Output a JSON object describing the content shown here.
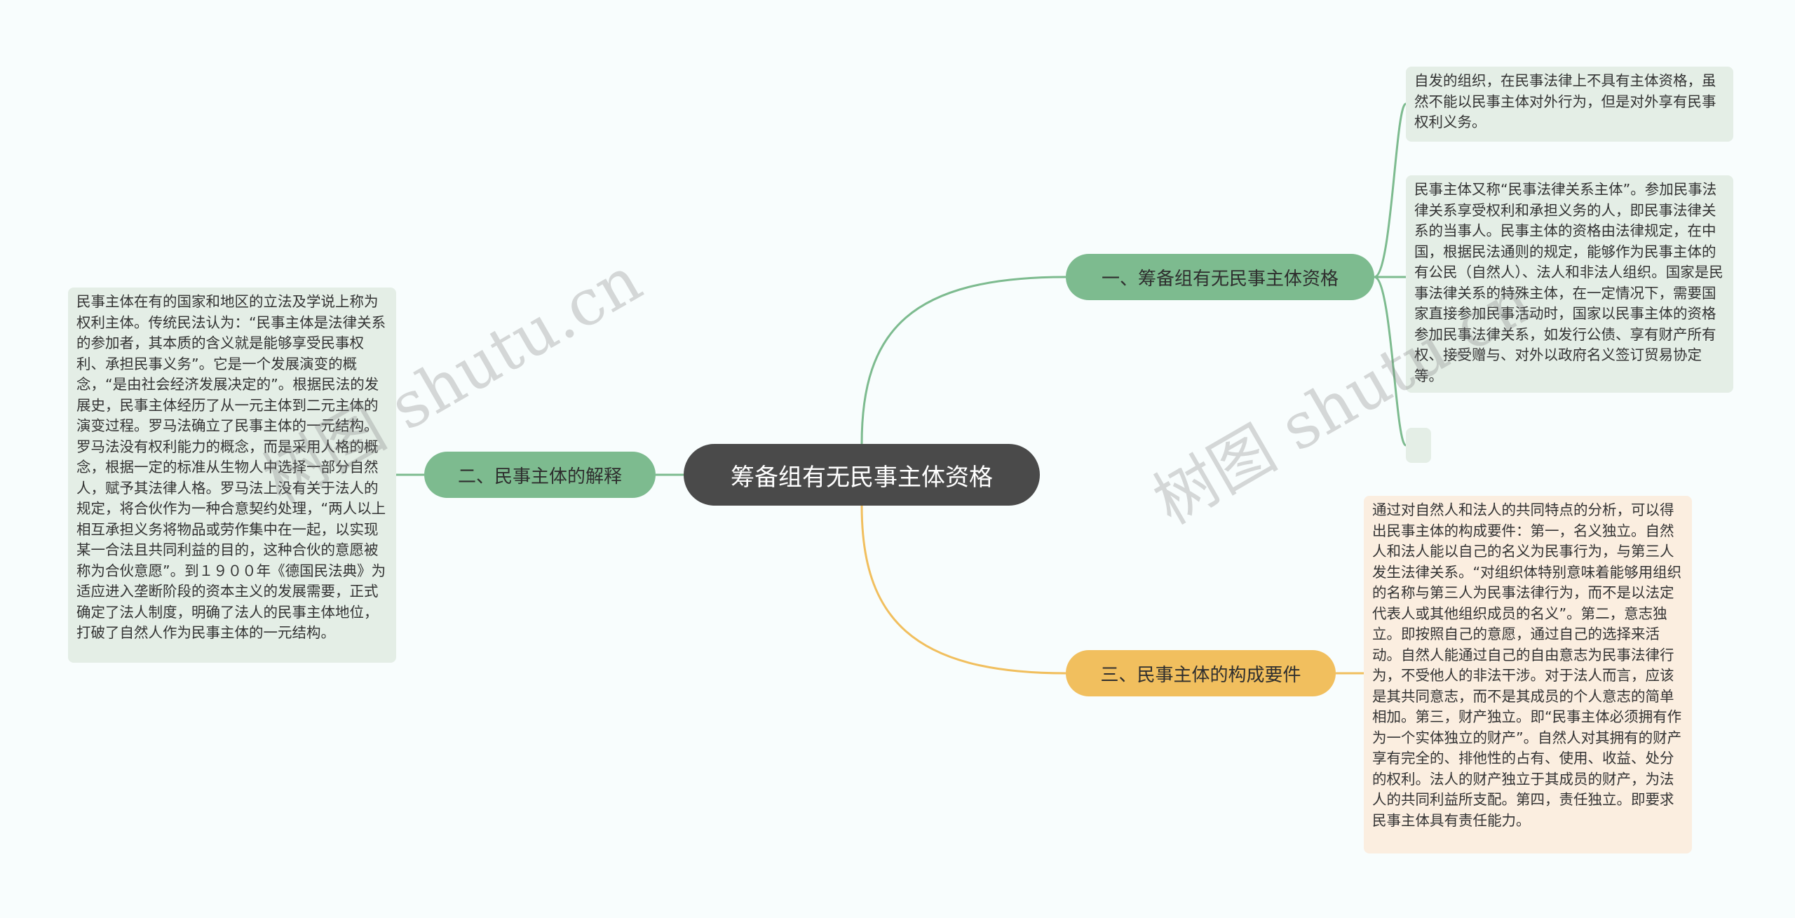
{
  "root": {
    "label": "筹备组有无民事主体资格"
  },
  "branches": [
    {
      "label": "一、筹备组有无民事主体资格"
    },
    {
      "label": "二、民事主体的解释"
    },
    {
      "label": "三、民事主体的构成要件"
    }
  ],
  "leaves": [
    {
      "text": "自发的组织，在民事法律上不具有主体资格，虽然不能以民事主体对外行为，但是对外享有民事权利义务。"
    },
    {
      "text": "民事主体又称“民事法律关系主体”。参加民事法律关系享受权利和承担义务的人，即民事法律关系的当事人。民事主体的资格由法律规定，在中国，根据民法通则的规定，能够作为民事主体的有公民（自然人）、法人和非法人组织。国家是民事法律关系的特殊主体，在一定情况下，需要国家直接参加民事活动时，国家以民事主体的资格参加民事法律关系，如发行公债、享有财产所有权、接受赠与、对外以政府名义签订贸易协定等。"
    },
    {
      "text": ""
    },
    {
      "text": "民事主体在有的国家和地区的立法及学说上称为权利主体。传统民法认为：“民事主体是法律关系的参加者，其本质的含义就是能够享受民事权利、承担民事义务”。它是一个发展演变的概念，“是由社会经济发展决定的”。根据民法的发展史，民事主体经历了从一元主体到二元主体的演变过程。罗马法确立了民事主体的一元结构。罗马法没有权利能力的概念，而是采用人格的概念，根据一定的标准从生物人中选择一部分自然人，赋予其法律人格。罗马法上没有关于法人的规定，将合伙作为一种合意契约处理，“两人以上相互承担义务将物品或劳作集中在一起，以实现某一合法且共同利益的目的，这种合伙的意愿被称为合伙意愿”。到１９００年《德国民法典》为适应进入垄断阶段的资本主义的发展需要，正式确定了法人制度，明确了法人的民事主体地位，打破了自然人作为民事主体的一元结构。"
    },
    {
      "text": "通过对自然人和法人的共同特点的分析，可以得出民事主体的构成要件：第一，名义独立。自然人和法人能以自己的名义为民事行为，与第三人发生法律关系。“对组织体特别意味着能够用组织的名称与第三人为民事法律行为，而不是以法定代表人或其他组织成员的名义”。第二，意志独立。即按照自己的意愿，通过自己的选择来活动。自然人能通过自己的自由意志为民事法律行为，不受他人的非法干涉。对于法人而言，应该是其共同意志，而不是其成员的个人意志的简单相加。第三，财产独立。即“民事主体必须拥有作为一个实体独立的财产”。自然人对其拥有的财产享有完全的、排他性的占有、使用、收益、处分的权利。法人的财产独立于其成员的财产，为法人的共同利益所支配。第四，责任独立。即要求民事主体具有责任能力。"
    }
  ],
  "watermarks": [
    {
      "text": "树图 shutu.cn"
    },
    {
      "text": "树图 shutu.cn"
    }
  ],
  "colors": {
    "root": "#4a4a4a",
    "green_branch": "#7dbb8f",
    "orange_branch": "#f1bf5e",
    "green_leaf": "#e4eee6",
    "orange_leaf": "#fbeee0",
    "green_line": "#7dbb8f",
    "orange_line": "#f1bf5e"
  }
}
